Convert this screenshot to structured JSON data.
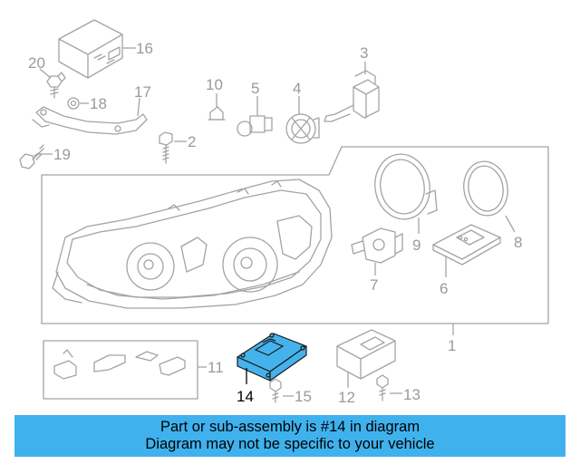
{
  "callouts": {
    "c1": "1",
    "c2": "2",
    "c3": "3",
    "c4": "4",
    "c5": "5",
    "c6": "6",
    "c7": "7",
    "c8": "8",
    "c9": "9",
    "c10": "10",
    "c11": "11",
    "c12": "12",
    "c13": "13",
    "c14": "14",
    "c15": "15",
    "c16": "16",
    "c17": "17",
    "c18": "18",
    "c19": "19",
    "c20": "20"
  },
  "highlighted_part": "14",
  "colors": {
    "highlight_fill": "#44b3ec",
    "banner_bg": "#3fb2ee",
    "line_art": "#a3a3a3"
  },
  "banner": {
    "line1": "Part or sub-assembly is #14 in diagram",
    "line2": "Diagram may not be specific to your vehicle"
  }
}
